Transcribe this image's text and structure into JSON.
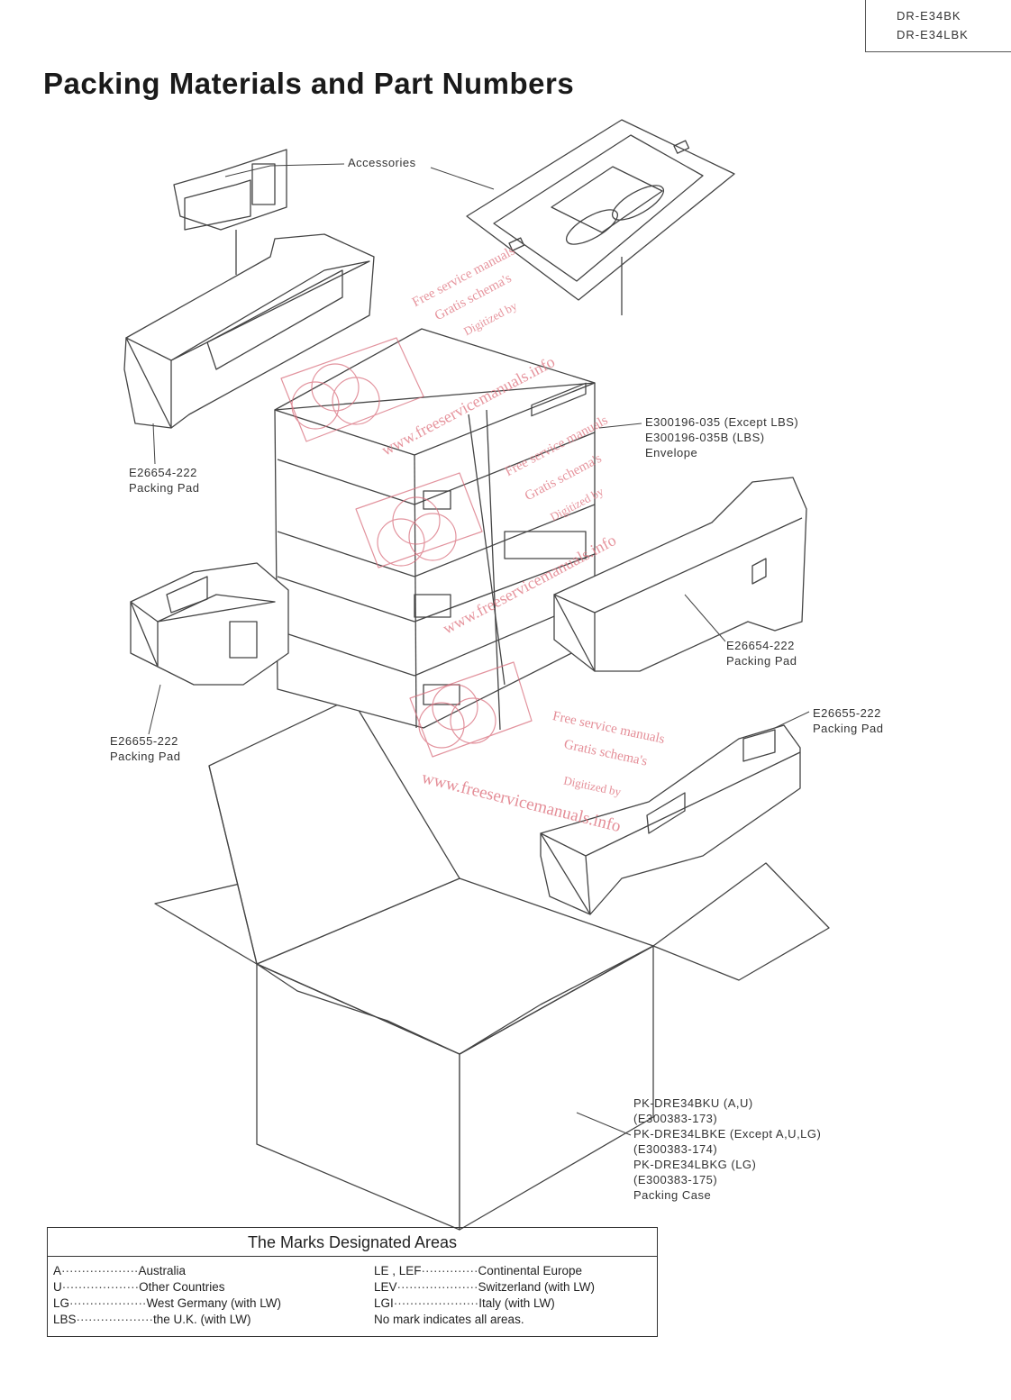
{
  "header": {
    "models": [
      "DR-E34BK",
      "DR-E34LBK"
    ],
    "title": "Packing Materials and Part Numbers"
  },
  "labels": {
    "accessories": "Accessories",
    "envelope": [
      "E300196-035 (Except LBS)",
      "E300196-035B (LBS)",
      "Envelope"
    ],
    "pad_left_top": [
      "E26654-222",
      "Packing Pad"
    ],
    "pad_right_top": [
      "E26654-222",
      "Packing Pad"
    ],
    "pad_left_bottom": [
      "E26655-222",
      "Packing Pad"
    ],
    "pad_right_bottom": [
      "E26655-222",
      "Packing Pad"
    ],
    "case": [
      "PK-DRE34BKU (A,U)",
      "(E300383-173)",
      "PK-DRE34LBKE (Except A,U,LG)",
      "(E300383-174)",
      "PK-DRE34LBKG (LG)",
      "(E300383-175)",
      "Packing Case"
    ]
  },
  "watermark": {
    "line1": "Free service manuals",
    "line2": "Gratis schema's",
    "line3": "Digitized by",
    "url": "www.freeservicemanuals.info"
  },
  "areas": {
    "title": "The Marks Designated Areas",
    "left": [
      {
        "code": "A",
        "dots": "···················",
        "name": "Australia"
      },
      {
        "code": "U",
        "dots": "···················",
        "name": "Other Countries"
      },
      {
        "code": "LG",
        "dots": "···················",
        "name": "West Germany (with LW)"
      },
      {
        "code": "LBS",
        "dots": "···················",
        "name": "the U.K. (with LW)"
      }
    ],
    "right": [
      {
        "code": "LE , LEF",
        "dots": "··············",
        "name": "Continental Europe"
      },
      {
        "code": "LEV",
        "dots": "····················",
        "name": "Switzerland (with LW)"
      },
      {
        "code": "LGI",
        "dots": "·····················",
        "name": "Italy (with LW)"
      }
    ],
    "note": "No mark indicates all areas."
  }
}
